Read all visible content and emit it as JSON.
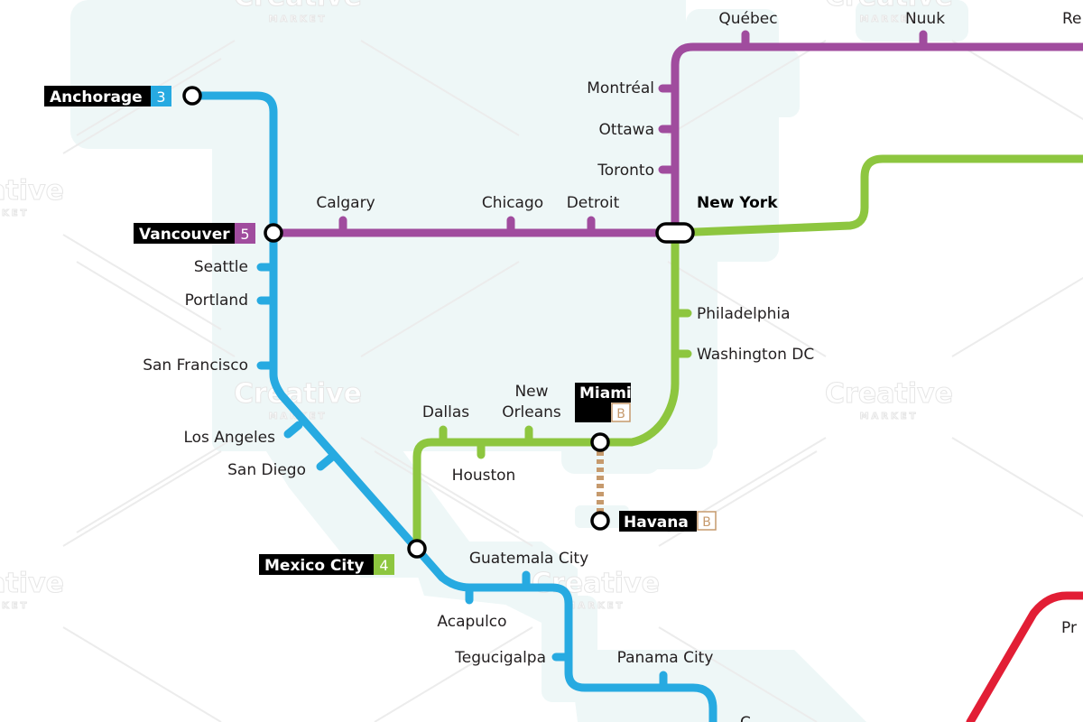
{
  "colors": {
    "background": "#ffffff",
    "land": "#eef7f7",
    "line_blue": "#27aae1",
    "line_purple": "#a04c9e",
    "line_green": "#8dc63f",
    "line_red": "#e21e35",
    "line_ferry": "#c69a6d",
    "label_box": "#000000"
  },
  "watermark": {
    "brand": "Creative",
    "sub": "MARKET"
  },
  "stations": {
    "anchorage": "Anchorage",
    "vancouver": "Vancouver",
    "seattle": "Seattle",
    "portland": "Portland",
    "san_francisco": "San Francisco",
    "los_angeles": "Los Angeles",
    "san_diego": "San Diego",
    "mexico_city": "Mexico City",
    "acapulco": "Acapulco",
    "guatemala_city": "Guatemala City",
    "tegucigalpa": "Tegucigalpa",
    "panama_city": "Panama City",
    "calgary": "Calgary",
    "chicago": "Chicago",
    "detroit": "Detroit",
    "new_york": "New York",
    "toronto": "Toronto",
    "ottawa": "Ottawa",
    "montreal": "Montréal",
    "quebec": "Québec",
    "nuuk": "Nuuk",
    "reykjavik_partial": "Re",
    "philadelphia": "Philadelphia",
    "washington": "Washington DC",
    "miami": "Miami",
    "havana": "Havana",
    "dallas": "Dallas",
    "new_orleans_1": "New",
    "new_orleans_2": "Orleans",
    "houston": "Houston",
    "edge_bottom_partial": "C",
    "edge_right_partial": "Pr"
  },
  "badges": {
    "anchorage": "3",
    "vancouver": "5",
    "mexico_city": "4",
    "miami": "B",
    "havana": "B"
  }
}
